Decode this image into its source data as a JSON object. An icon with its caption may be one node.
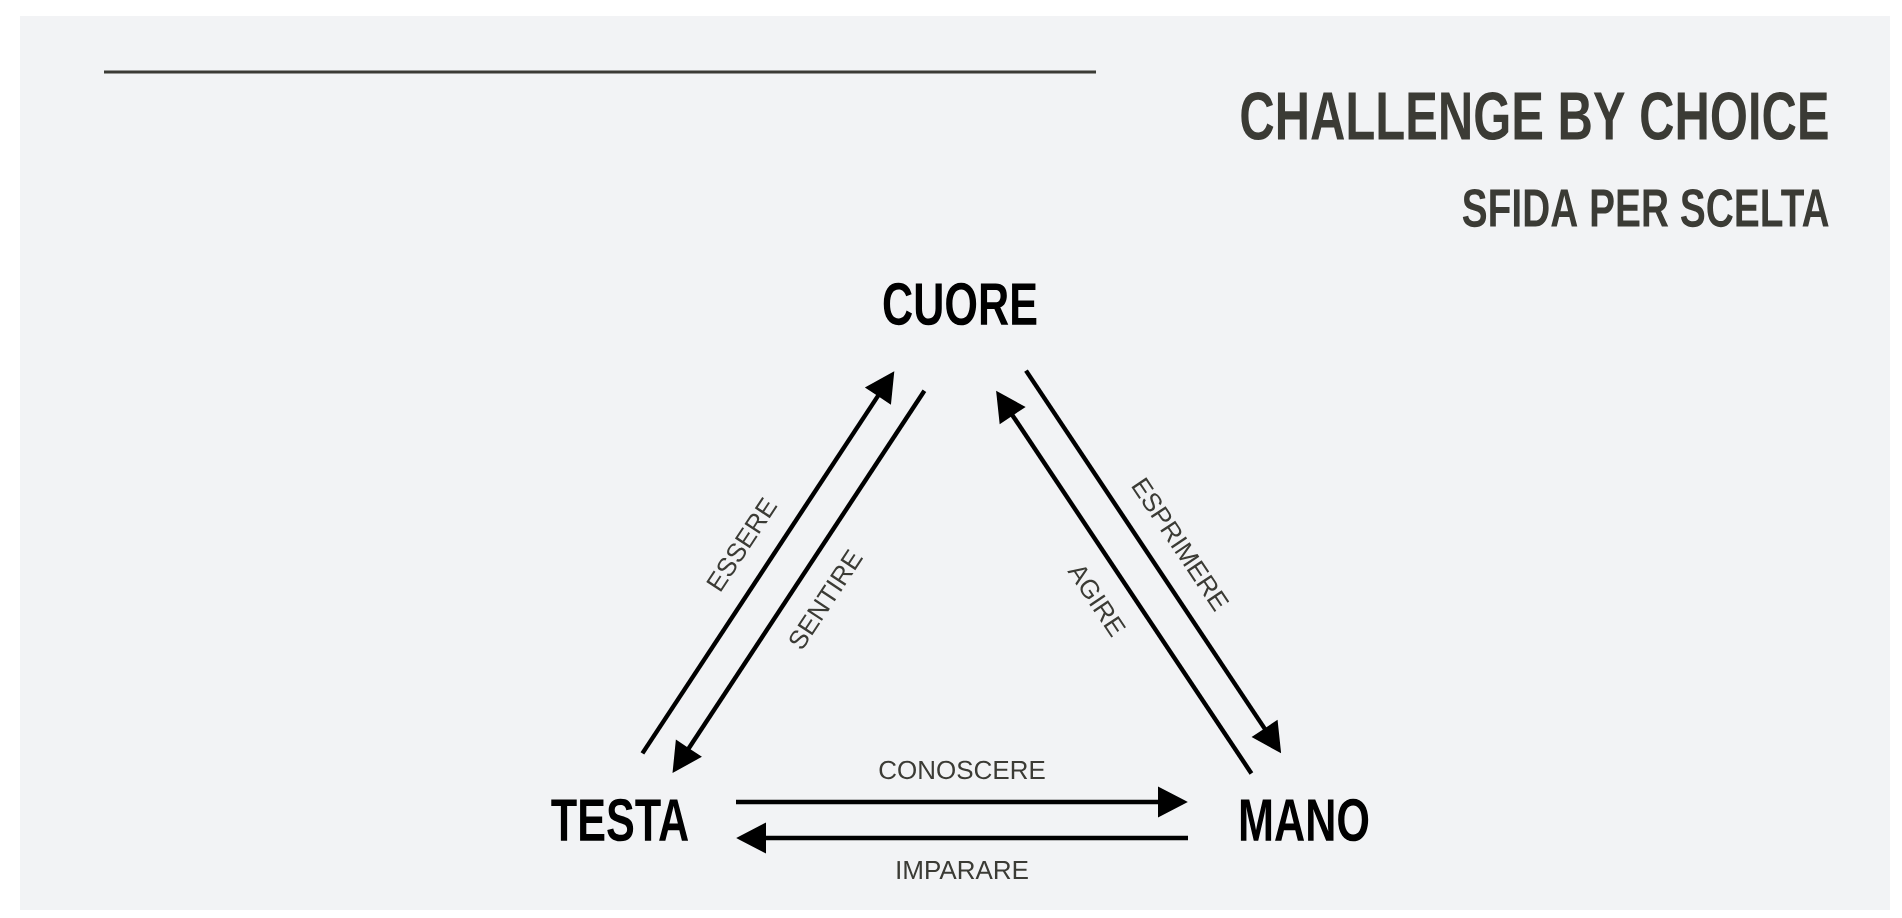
{
  "diagram": {
    "title": "CHALLENGE BY CHOICE",
    "nodes": [
      {
        "text": [
          "CUORE"
        ]
      },
      {
        "text": [
          "TESTA"
        ]
      },
      {
        "text": [
          "MANO"
        ]
      }
    ],
    "edges": [
      {
        "from": 1,
        "to": 0,
        "arrow": "to",
        "label": "ESSERE"
      },
      {
        "from": 0,
        "to": 1,
        "arrow": "to",
        "label": "SENTIRE"
      },
      {
        "from": 0,
        "to": 2,
        "arrow": "to",
        "label": "ESPRIMERE"
      },
      {
        "from": 2,
        "to": 0,
        "arrow": "to",
        "label": "AGIRE"
      },
      {
        "from": 1,
        "to": 2,
        "arrow": "to",
        "label": "CONOSCERE"
      },
      {
        "from": 2,
        "to": 1,
        "arrow": "to",
        "label": "IMPARARE"
      }
    ],
    "labels": [
      "SFIDA PER SCELTA"
    ]
  }
}
